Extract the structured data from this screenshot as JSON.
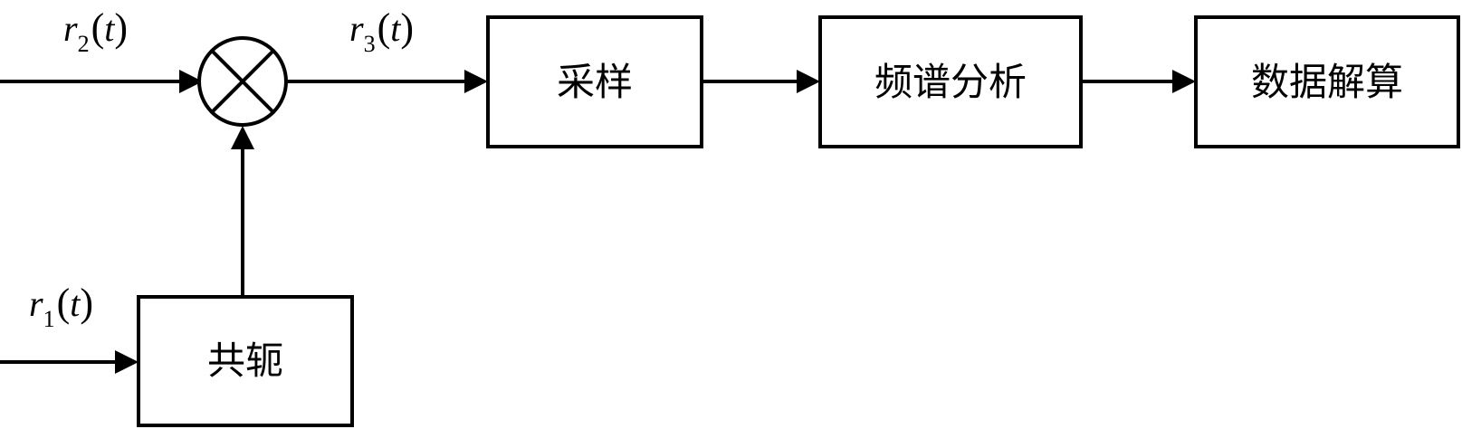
{
  "signals": {
    "r2": {
      "base": "r",
      "sub": "2",
      "open": "(",
      "arg": "t",
      "close": ")"
    },
    "r3": {
      "base": "r",
      "sub": "3",
      "open": "(",
      "arg": "t",
      "close": ")"
    },
    "r1": {
      "base": "r",
      "sub": "1",
      "open": "(",
      "arg": "t",
      "close": ")"
    }
  },
  "blocks": {
    "sampling": "采样",
    "spectrum_analysis": "频谱分析",
    "data_calculation": "数据解算",
    "conjugate": "共轭"
  },
  "icons": {
    "multiplier": "multiplier-icon"
  },
  "colors": {
    "stroke": "#000000",
    "background": "#ffffff"
  }
}
